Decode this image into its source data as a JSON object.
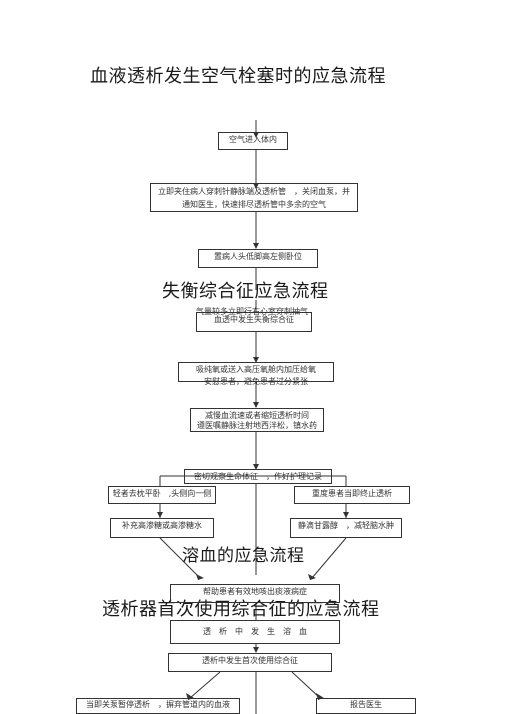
{
  "titles": {
    "air_embolism": "血液透析发生空气栓塞时的应急流程",
    "disequilibrium": "失衡综合征应急流程",
    "hemolysis": "溶血的应急流程",
    "first_use": "透析器首次使用综合征的应急流程"
  },
  "air": {
    "step1": "空气进入体内",
    "step2_line1": "立即夹住病人穿刺针静脉端及透析管　，关闭血泵，并",
    "step2_line2": "通知医生，快速排尽透析管中多余的空气",
    "step3": "置病人头低脚高左侧卧位",
    "step4_fragment": "气量较多立即行右心室穿刺抽气"
  },
  "diseq": {
    "step1": "血透中发生失衡综合征",
    "step2a": "吸纯氧或送入高压氧舱内加压给氧",
    "step2b": "安慰患者，避免患者过分紧张",
    "step3a": "减慢血流速或者缩短透析时间",
    "step3b": "遵医嘱静脉注射地西泮松，镇水药",
    "step4": "密切观察生命体征　，作好护理记录",
    "left1": "轻者去枕平卧　,头侧向一侧",
    "right1": "重度患者当即终止透析",
    "left2": "补充高渗糖或高渗糖水",
    "right2": "静滴甘露醇　，减轻脑水肿"
  },
  "hemo": {
    "step1_fragment": "帮助患者有效地咳出痰液病症",
    "step2": "透　析　中　发　生　溶　血"
  },
  "first_use": {
    "step1": "透析中发生首次使用综合征",
    "left": "当即关泵暂停透析　，摒弃管道内的血液",
    "right": "报告医生"
  }
}
